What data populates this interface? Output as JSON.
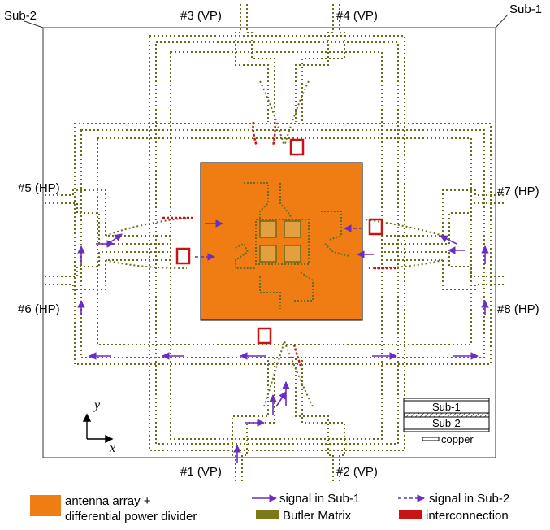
{
  "substrates": {
    "sub2_label": "Sub-2",
    "sub1_label": "Sub-1"
  },
  "ports": {
    "p1": "#1 (VP)",
    "p2": "#2 (VP)",
    "p3": "#3 (VP)",
    "p4": "#4 (VP)",
    "p5": "#5 (HP)",
    "p6": "#6 (HP)",
    "p7": "#7 (HP)",
    "p8": "#8 (HP)"
  },
  "axes": {
    "x": "x",
    "y": "y"
  },
  "inset": {
    "sub1": "Sub-1",
    "sub2": "Sub-2",
    "copper": "copper"
  },
  "legend": {
    "antenna_line1": "antenna array +",
    "antenna_line2": "differential power divider",
    "signal_sub1": "signal in Sub-1",
    "signal_sub2": "signal in Sub-2",
    "butler": "Butler Matrix",
    "interconnection": "interconnection"
  },
  "colors": {
    "antenna": "#f07d14",
    "butler": "#7a7a1a",
    "interconnection": "#c81414",
    "arrow": "#6a2fc0",
    "via": "#6b6b1e"
  }
}
